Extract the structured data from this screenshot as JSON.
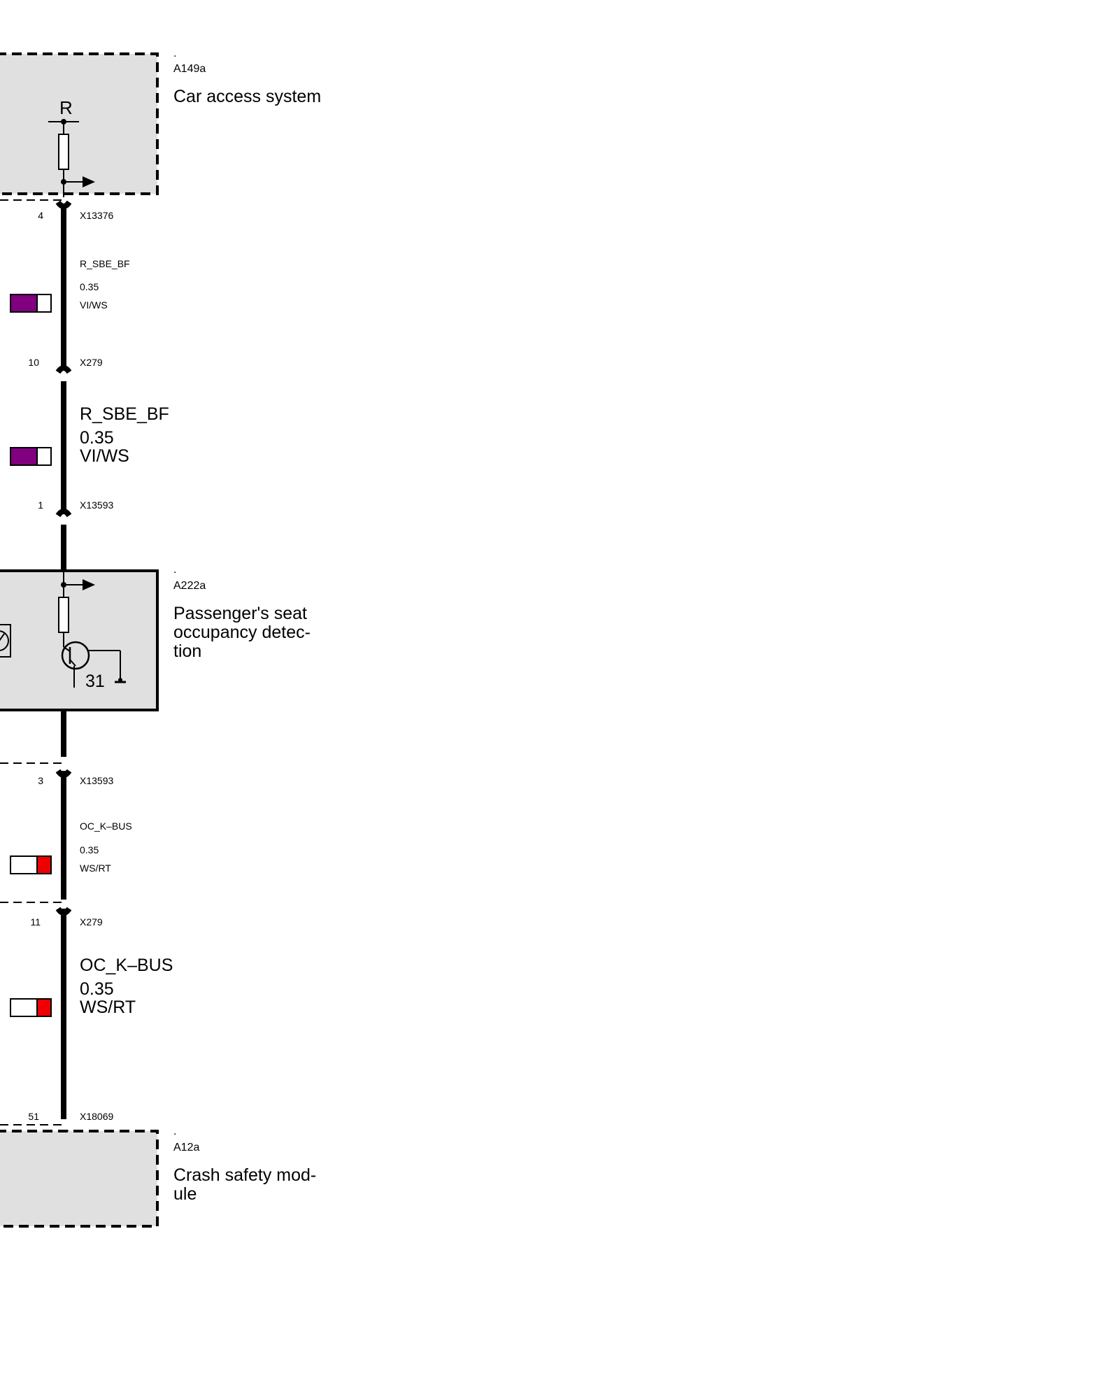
{
  "components": {
    "a149a": {
      "dot": ".",
      "code": "A149a",
      "name": "Car access system",
      "symbol_label": "R"
    },
    "a222a": {
      "dot": ".",
      "code": "A222a",
      "name_lines": [
        "Passenger's seat",
        "occupancy detec-",
        "tion"
      ],
      "ground_label": "31"
    },
    "a12a": {
      "dot": ".",
      "code": "A12a",
      "name_lines": [
        "Crash safety mod-",
        "ule"
      ]
    }
  },
  "connectors": [
    {
      "pin": "4",
      "id": "X13376"
    },
    {
      "pin": "10",
      "id": "X279"
    },
    {
      "pin": "1",
      "id": "X13593"
    },
    {
      "pin": "3",
      "id": "X13593"
    },
    {
      "pin": "11",
      "id": "X279"
    },
    {
      "pin": "51",
      "id": "X18069"
    }
  ],
  "wires": [
    {
      "signal": "R_SBE_BF",
      "gauge": "0.35",
      "color_code": "VI/WS",
      "colors": [
        "#800080",
        "#ffffff"
      ]
    },
    {
      "signal": "R_SBE_BF",
      "gauge": "0.35",
      "color_code": "VI/WS",
      "colors": [
        "#800080",
        "#ffffff"
      ]
    },
    {
      "signal": "OC_K–BUS",
      "gauge": "0.35",
      "color_code": "WS/RT",
      "colors": [
        "#ffffff",
        "#ee0000"
      ]
    },
    {
      "signal": "OC_K–BUS",
      "gauge": "0.35",
      "color_code": "WS/RT",
      "colors": [
        "#ffffff",
        "#ee0000"
      ]
    }
  ],
  "colors": {
    "box_fill": "#e0e0e0",
    "line": "#000000"
  }
}
